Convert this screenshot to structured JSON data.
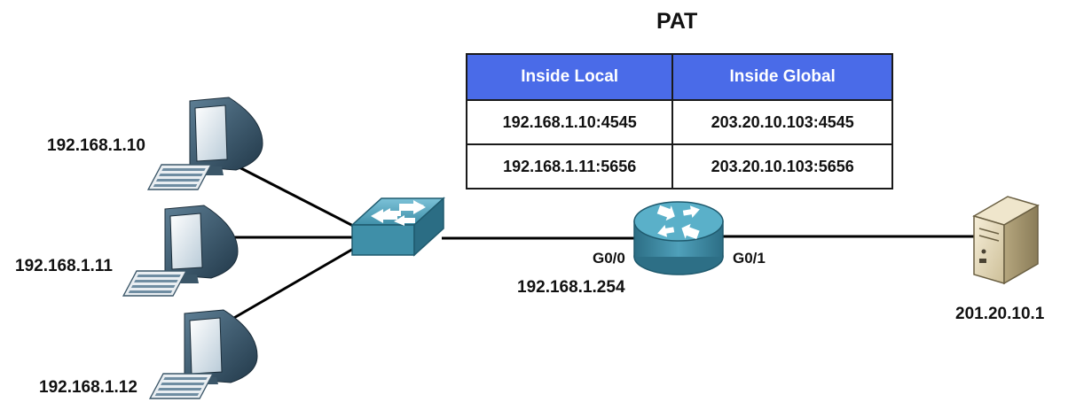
{
  "title": "PAT",
  "nat_table": {
    "headers": [
      "Inside Local",
      "Inside Global"
    ],
    "rows": [
      [
        "192.168.1.10:4545",
        "203.20.10.103:4545"
      ],
      [
        "192.168.1.11:5656",
        "203.20.10.103:5656"
      ]
    ]
  },
  "hosts": [
    {
      "ip": "192.168.1.10"
    },
    {
      "ip": "192.168.1.11"
    },
    {
      "ip": "192.168.1.12"
    }
  ],
  "router": {
    "inside_port": "G0/0",
    "outside_port": "G0/1",
    "inside_ip": "192.168.1.254"
  },
  "server": {
    "ip": "201.20.10.1"
  },
  "colors": {
    "table_header": "#4a6be8",
    "device_blue": "#3f8fa8",
    "link": "#000000"
  }
}
